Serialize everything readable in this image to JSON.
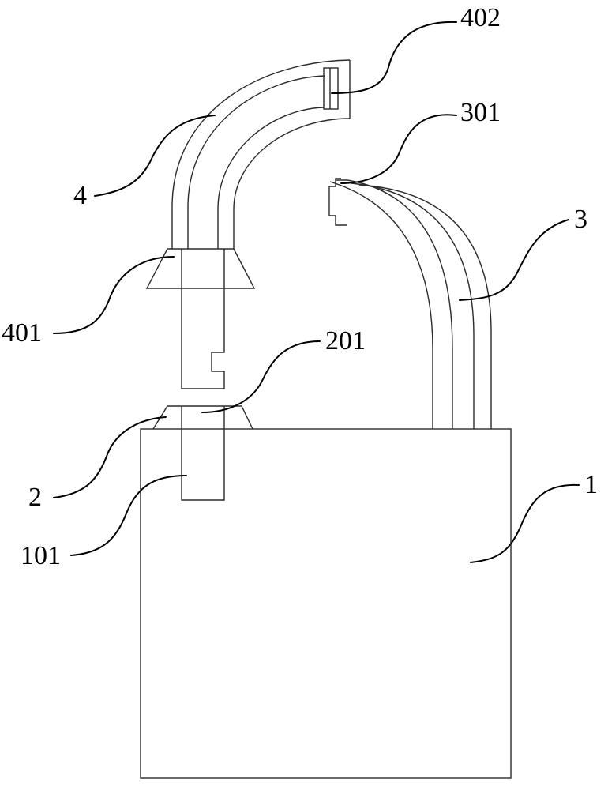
{
  "labels": {
    "body": "1",
    "body_hole": "101",
    "cone_seat": "2",
    "seat_slot": "201",
    "fixed_shackle": "3",
    "fixed_shackle_tip": "301",
    "detachable_shackle": "4",
    "shackle_plug": "401",
    "shackle_end": "402"
  }
}
